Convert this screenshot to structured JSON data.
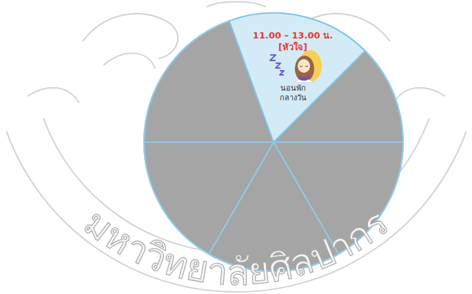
{
  "diagram": {
    "nodes": [
      {
        "text": [
          "11.00 – 13.00 น.",
          "[หัวใจ]",
          "นอนพัก กลางวัน"
        ]
      }
    ],
    "labels": [
      "มหาวิทยาลัยศิลปากร"
    ]
  }
}
